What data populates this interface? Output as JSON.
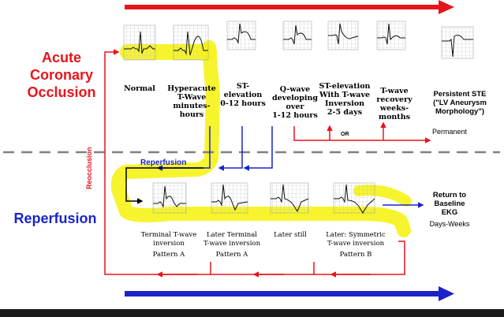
{
  "phases": {
    "acute": [
      "Acute",
      "Coronary",
      "Occlusion"
    ],
    "reperfusion": "Reperfusion"
  },
  "side_labels": {
    "reocclusion": "Reocclusion",
    "reperfusion_arrow": "Reperfusion",
    "or": "OR",
    "permanent": "Permanent",
    "return_to_baseline": [
      "Return to",
      "Baseline",
      "EKG"
    ],
    "days_weeks": "Days-Weeks"
  },
  "top_stages": [
    {
      "lines": [
        "Normal"
      ]
    },
    {
      "lines": [
        "Hyperacute",
        "T-Wave",
        "minutes-hours"
      ]
    },
    {
      "lines": [
        "ST-elevation",
        "0-12 hours"
      ]
    },
    {
      "lines": [
        "Q-wave",
        "developing",
        "over",
        "1-12 hours"
      ]
    },
    {
      "lines": [
        "ST-elevation",
        "With T-wave",
        "Inversion",
        "2-5 days"
      ]
    },
    {
      "lines": [
        "T-wave",
        "recovery",
        "weeks-months"
      ]
    },
    {
      "lines": [
        "Persistent STE",
        "(\"LV Aneurysm",
        "Morphology\")"
      ]
    }
  ],
  "bottom_stages": [
    {
      "lines": [
        "Terminal T-wave",
        "inversion",
        "Pattern A"
      ]
    },
    {
      "lines": [
        "Later Terminal",
        "T-wave inversion",
        "Pattern A"
      ]
    },
    {
      "lines": [
        "Later still"
      ]
    },
    {
      "lines": [
        "Later: Symmetric",
        "T-wave inversion",
        "Pattern B"
      ]
    }
  ],
  "colors": {
    "red": "#e8141b",
    "blue": "#1a24c9",
    "highlight": "#f5f31a",
    "divider": "#808080",
    "grid": "#c2c2c2",
    "trace": "#111111"
  }
}
